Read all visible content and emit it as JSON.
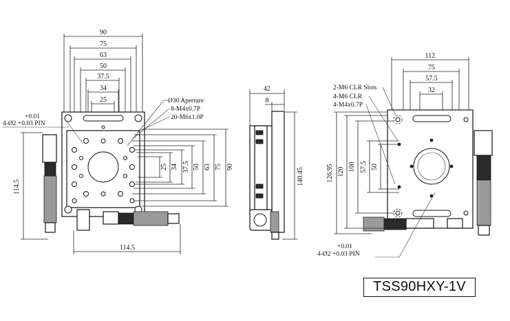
{
  "model": "TSS90HXY-1V",
  "top_view": {
    "horizontal_dims": [
      "90",
      "75",
      "63",
      "50",
      "37.5",
      "34",
      "25"
    ],
    "vertical_dims": [
      "25",
      "34",
      "37.5",
      "50",
      "63",
      "75",
      "90"
    ],
    "overall_height": "114.5",
    "overall_width": "114.5",
    "callouts": [
      "Ø30 Aperture",
      "8-M4x0.7P",
      "20-M6x1.0P"
    ],
    "pin_tol_upper": "+0.01",
    "pin_spec": "4-Ø2 +0.03 PIN"
  },
  "side_view": {
    "top_dims": [
      "42",
      "8"
    ],
    "height": "140.45"
  },
  "bottom_view": {
    "horizontal_dims": [
      "112",
      "75",
      "57.5",
      "32"
    ],
    "vertical_dims": [
      "126.95",
      "120",
      "100",
      "57.5",
      "50"
    ],
    "callouts": [
      "2-M6 CLR Slots",
      "4-M6 CLR",
      "4-M4x0.7P"
    ],
    "pin_tol_upper": "+0.01",
    "pin_spec": "4-Ø2 +0.03 PIN"
  }
}
